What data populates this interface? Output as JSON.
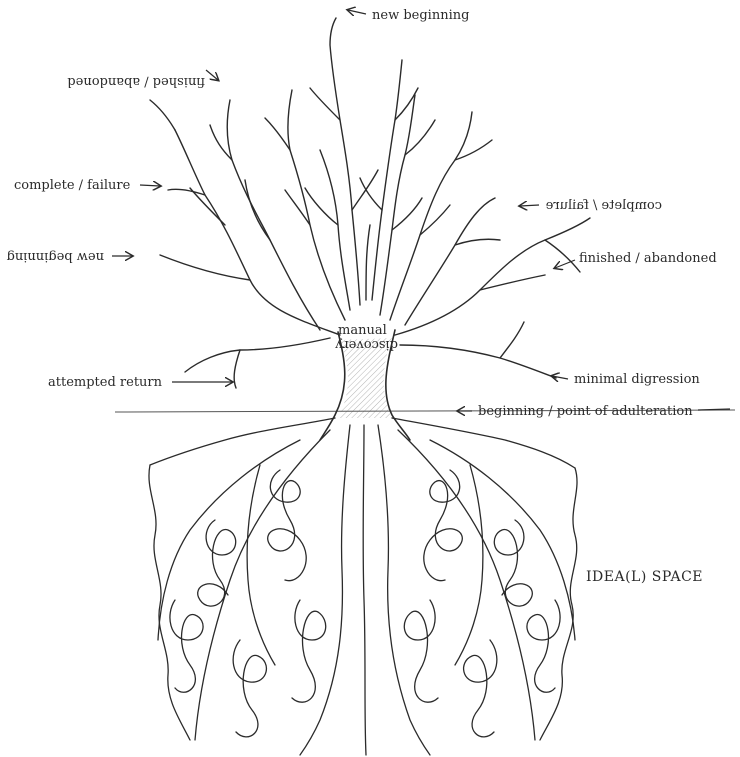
{
  "labels": {
    "new_beginning_top": "new beginning",
    "finished_abandoned_upside": "finished / abandoned",
    "complete_failure_left": "complete / failure",
    "complete_failure_right_mirrored": "complete / failure",
    "new_beginning_left_upside": "new beginning",
    "finished_abandoned_right": "finished / abandoned",
    "manual": "manual",
    "discovery_upside": "discovery",
    "attempted_return": "attempted return",
    "minimal_digression": "minimal digression",
    "beginning_point": "beginning / point of adulteration",
    "idea_space": "IDEA(L) SPACE"
  },
  "colors": {
    "ink": "#2b2b2b",
    "paper": "#ffffff"
  }
}
